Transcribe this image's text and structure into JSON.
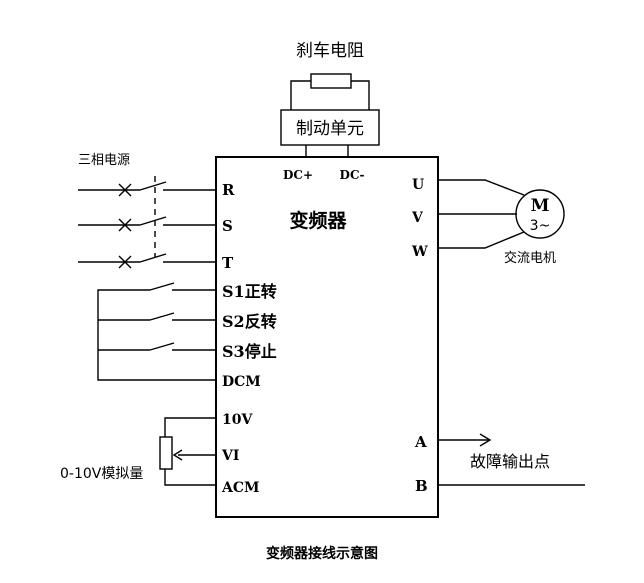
{
  "diagram": {
    "brake_resistor_label": "刹车电阻",
    "brake_unit_label": "制动单元",
    "dc_plus_label": "DC+",
    "dc_minus_label": "DC-",
    "inverter_label": "变频器",
    "power_source_label": "三相电源",
    "input_terminals": [
      "R",
      "S",
      "T"
    ],
    "control_terminals": [
      "S1正转",
      "S2反转",
      "S3停止",
      "DCM"
    ],
    "analog_terminals": [
      "10V",
      "VI",
      "ACM"
    ],
    "analog_input_label": "0-10V模拟量",
    "output_terminals": [
      "U",
      "V",
      "W"
    ],
    "motor_symbol": "M",
    "motor_phase_label": "3~",
    "motor_label": "交流电机",
    "fault_terminals": [
      "A",
      "B"
    ],
    "fault_output_label": "故障输出点",
    "caption": "变频器接线示意图"
  }
}
